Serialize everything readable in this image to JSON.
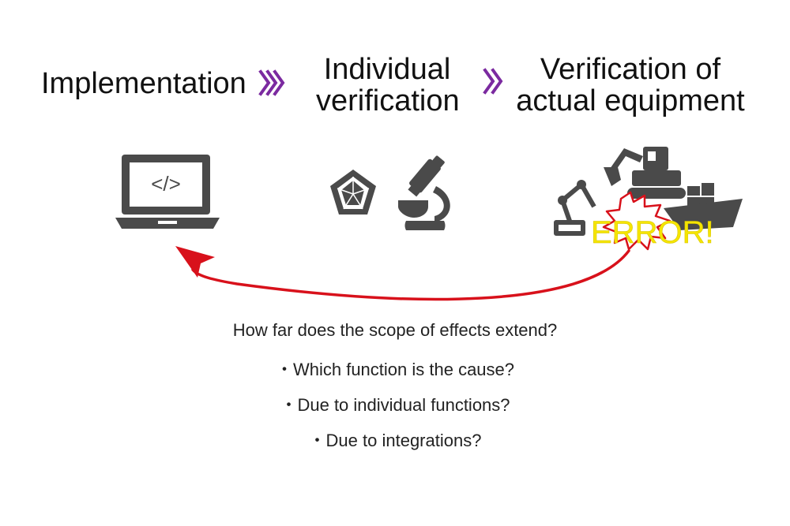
{
  "stages": [
    {
      "name": "implementation",
      "lines": [
        "Implementation"
      ]
    },
    {
      "name": "individual-verification",
      "lines": [
        "Individual",
        "verification"
      ]
    },
    {
      "name": "actual-equipment",
      "lines": [
        "Verification of",
        "actual equipment"
      ]
    }
  ],
  "icons": {
    "laptop_code": "</>",
    "error_text": "ERROR!"
  },
  "colors": {
    "chevron": "#7b2aa0",
    "arrow": "#d8111b",
    "icon": "#4a4a4a",
    "error": "#f5e500"
  },
  "questions": {
    "main": "How far does the scope of effects extend?",
    "bullets": [
      "・Which function is the cause?",
      "・Due to individual functions?",
      "・Due to integrations?"
    ]
  }
}
